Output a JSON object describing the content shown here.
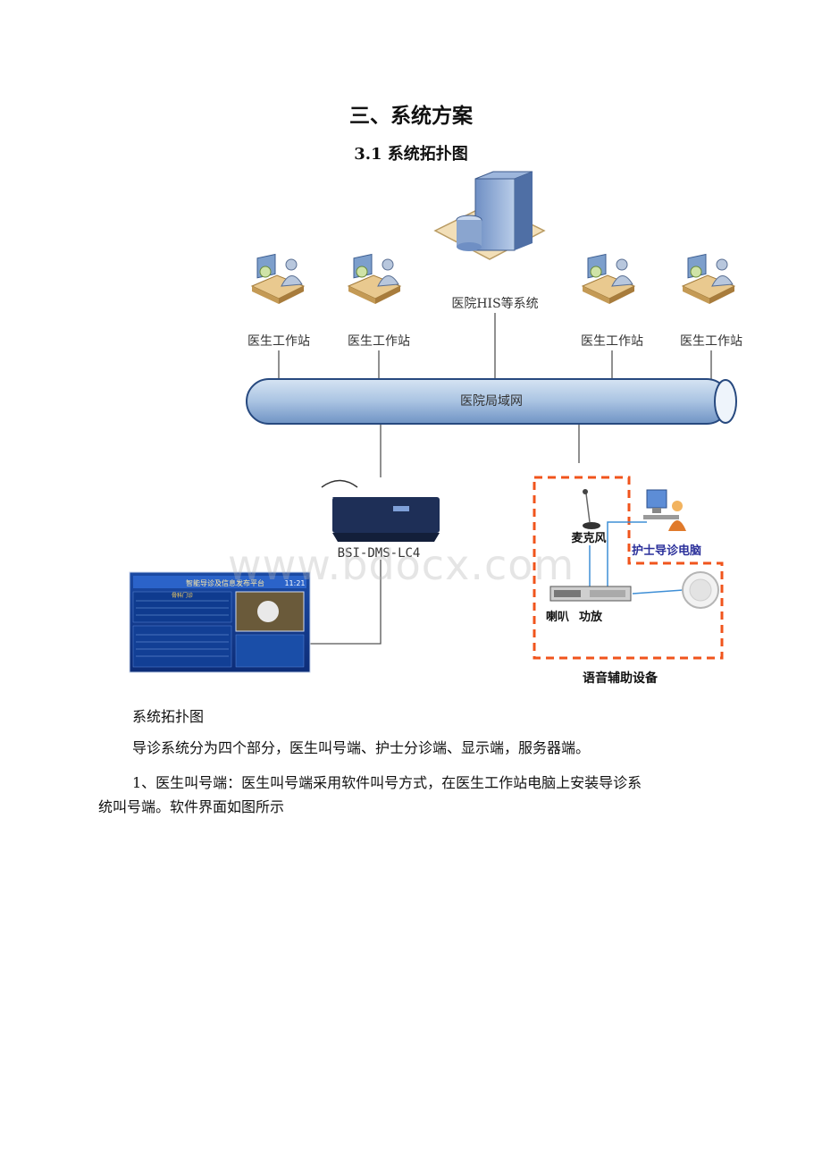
{
  "section_title": "三、系统方案",
  "subsection_title": "3.1 系统拓扑图",
  "diagram": {
    "workstation_label": "医生工作站",
    "his_label": "医院HIS等系统",
    "lan_label": "医院局域网",
    "controller_label": "BSI-DMS-LC4",
    "mic_label": "麦克风",
    "nurse_pc_label": "护士导诊电脑",
    "speaker_label": "喇叭",
    "amp_label": "功放",
    "voice_group_label": "语音辅助设备",
    "screen": {
      "header": "智能导诊及信息发布平台",
      "time": "11:21",
      "dept": "骨科门诊"
    },
    "watermark": "www.bdocx.com"
  },
  "caption": "系统拓扑图",
  "paragraph1": "导诊系统分为四个部分，医生叫号端、护士分诊端、显示端，服务器端。",
  "paragraph2_line1": "1、医生叫号端：医生叫号端采用软件叫号方式，在医生工作站电脑上安装导诊系",
  "paragraph2_line2": "统叫号端。软件界面如图所示"
}
